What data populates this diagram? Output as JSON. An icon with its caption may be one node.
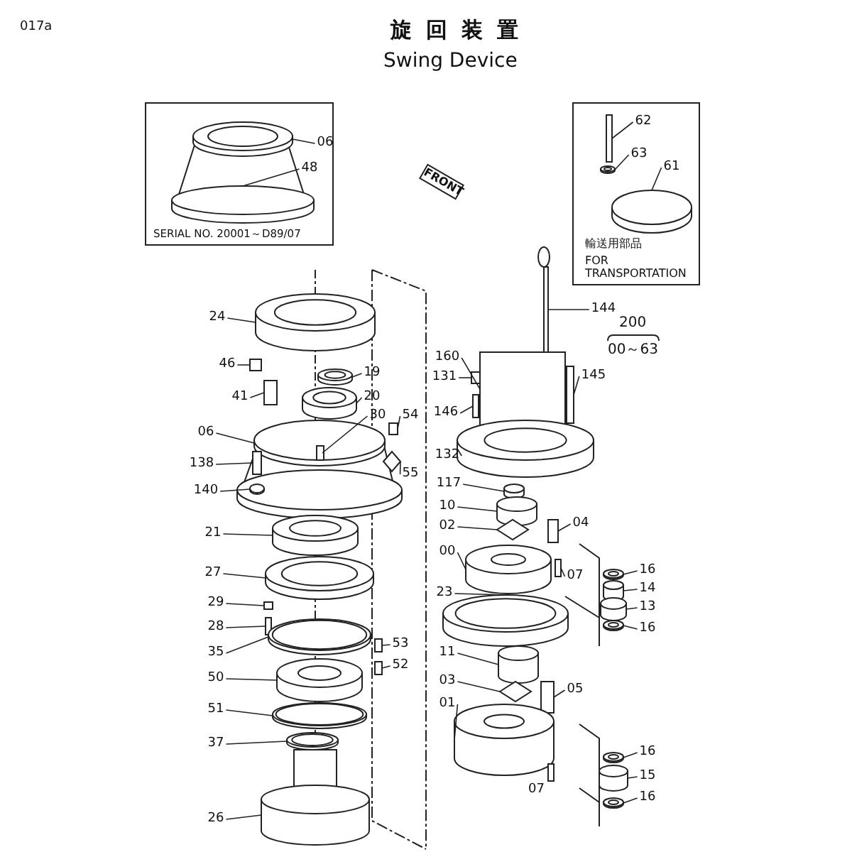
{
  "diagram": {
    "title": "旋回装置",
    "nodes": [
      {
        "text": [
          "SERIAL NO. 20001～D89/07"
        ]
      },
      {
        "text": [
          "06"
        ],
        "in": 0
      },
      {
        "text": [
          "48"
        ],
        "in": 0
      },
      {
        "text": [
          "輸送用部品",
          "FOR TRANSPORTATION"
        ]
      },
      {
        "text": [
          "62"
        ],
        "in": 3
      },
      {
        "text": [
          "63"
        ],
        "in": 3
      },
      {
        "text": [
          "61"
        ],
        "in": 3
      },
      {
        "text": [
          "FRONT"
        ]
      },
      {
        "text": [
          "24"
        ]
      },
      {
        "text": [
          "46"
        ]
      },
      {
        "text": [
          "41"
        ]
      },
      {
        "text": [
          "19"
        ]
      },
      {
        "text": [
          "20"
        ]
      },
      {
        "text": [
          "30"
        ]
      },
      {
        "text": [
          "54"
        ]
      },
      {
        "text": [
          "55"
        ]
      },
      {
        "text": [
          "06"
        ]
      },
      {
        "text": [
          "138"
        ]
      },
      {
        "text": [
          "140"
        ]
      },
      {
        "text": [
          "21"
        ]
      },
      {
        "text": [
          "27"
        ]
      },
      {
        "text": [
          "29"
        ]
      },
      {
        "text": [
          "28"
        ]
      },
      {
        "text": [
          "35"
        ]
      },
      {
        "text": [
          "53"
        ]
      },
      {
        "text": [
          "52"
        ]
      },
      {
        "text": [
          "50"
        ]
      },
      {
        "text": [
          "51"
        ]
      },
      {
        "text": [
          "37"
        ]
      },
      {
        "text": [
          "26"
        ]
      },
      {
        "text": [
          "144"
        ]
      },
      {
        "text": [
          "160"
        ]
      },
      {
        "text": [
          "131"
        ]
      },
      {
        "text": [
          "145"
        ]
      },
      {
        "text": [
          "146"
        ]
      },
      {
        "text": [
          "132"
        ]
      },
      {
        "text": [
          "117"
        ]
      },
      {
        "text": [
          "10"
        ]
      },
      {
        "text": [
          "02"
        ]
      },
      {
        "text": [
          "04"
        ]
      },
      {
        "text": [
          "00"
        ]
      },
      {
        "text": [
          "07"
        ]
      },
      {
        "text": [
          "23"
        ]
      },
      {
        "text": [
          "11"
        ]
      },
      {
        "text": [
          "03"
        ]
      },
      {
        "text": [
          "05"
        ]
      },
      {
        "text": [
          "01"
        ]
      },
      {
        "text": [
          "16"
        ]
      },
      {
        "text": [
          "14"
        ]
      },
      {
        "text": [
          "13"
        ]
      },
      {
        "text": [
          "16"
        ]
      },
      {
        "text": [
          "16"
        ]
      },
      {
        "text": [
          "15"
        ]
      },
      {
        "text": [
          "16"
        ]
      },
      {
        "text": [],
        "shape": "cylinder",
        "in": 0
      },
      {
        "text": [],
        "shape": "cylinder",
        "in": 0
      },
      {
        "text": [],
        "shape": "box",
        "in": 3
      },
      {
        "text": [],
        "shape": "cylinder",
        "in": 3
      },
      {
        "text": [],
        "shape": "cylinder",
        "in": 3
      },
      {
        "text": [],
        "shape": "cylinder"
      },
      {
        "text": [],
        "shape": "box"
      },
      {
        "text": [],
        "shape": "box"
      },
      {
        "text": [],
        "shape": "cylinder"
      },
      {
        "text": [],
        "shape": "cylinder"
      },
      {
        "text": [],
        "shape": "box",
        "in": 67
      },
      {
        "text": [],
        "shape": "box"
      },
      {
        "text": [],
        "shape": "diamond"
      },
      {
        "text": [],
        "shape": "cylinder"
      },
      {
        "text": [],
        "shape": "box"
      },
      {
        "text": [],
        "shape": "cylinder"
      },
      {
        "text": [],
        "shape": "cylinder"
      },
      {
        "text": [],
        "shape": "cylinder"
      },
      {
        "text": [],
        "shape": "box"
      },
      {
        "text": [],
        "shape": "box"
      },
      {
        "text": [],
        "shape": "cylinder"
      },
      {
        "text": [],
        "shape": "box"
      },
      {
        "text": [],
        "shape": "box"
      },
      {
        "text": [],
        "shape": "cylinder"
      },
      {
        "text": [],
        "shape": "cylinder"
      },
      {
        "text": [],
        "shape": "cylinder"
      },
      {
        "text": [],
        "shape": "cylinder"
      },
      {
        "text": [],
        "shape": "box"
      },
      {
        "text": [],
        "shape": "box"
      },
      {
        "text": [],
        "shape": "box"
      },
      {
        "text": [],
        "shape": "box"
      },
      {
        "text": [],
        "shape": "box"
      },
      {
        "text": [],
        "shape": "cylinder"
      },
      {
        "text": [],
        "shape": "cylinder"
      },
      {
        "text": [],
        "shape": "cylinder"
      },
      {
        "text": [],
        "shape": "diamond"
      },
      {
        "text": [],
        "shape": "box"
      },
      {
        "text": [],
        "shape": "cylinder"
      },
      {
        "text": [],
        "shape": "box"
      },
      {
        "text": [],
        "shape": "cylinder"
      },
      {
        "text": [],
        "shape": "cylinder"
      },
      {
        "text": [],
        "shape": "diamond"
      },
      {
        "text": [],
        "shape": "box"
      },
      {
        "text": [],
        "shape": "cylinder"
      },
      {
        "text": [],
        "shape": "cylinder"
      },
      {
        "text": [],
        "shape": "cylinder"
      },
      {
        "text": [],
        "shape": "cylinder"
      },
      {
        "text": [],
        "shape": "cylinder"
      },
      {
        "text": [],
        "shape": "cylinder"
      },
      {
        "text": [],
        "shape": "cylinder"
      },
      {
        "text": [],
        "shape": "cylinder"
      },
      {
        "text": [],
        "shape": "box",
        "beside": [
          "07"
        ]
      }
    ],
    "edges": [
      {
        "from": 1,
        "to": 54,
        "arrow": "none"
      },
      {
        "from": 2,
        "to": 55,
        "arrow": "none"
      },
      {
        "from": 4,
        "to": 56,
        "arrow": "none"
      },
      {
        "from": 5,
        "to": 57,
        "arrow": "none"
      },
      {
        "from": 6,
        "to": 58,
        "arrow": "none"
      },
      {
        "from": 8,
        "to": 59,
        "arrow": "none"
      },
      {
        "from": 9,
        "to": 60,
        "arrow": "none"
      },
      {
        "from": 10,
        "to": 61,
        "arrow": "none"
      },
      {
        "from": 11,
        "to": 62,
        "arrow": "none"
      },
      {
        "from": 12,
        "to": 63,
        "arrow": "none"
      },
      {
        "from": 13,
        "to": 64,
        "arrow": "none"
      },
      {
        "from": 14,
        "to": 65,
        "arrow": "none"
      },
      {
        "from": 15,
        "to": 66,
        "arrow": "none"
      },
      {
        "from": 16,
        "to": 67,
        "arrow": "none"
      },
      {
        "from": 17,
        "to": 68,
        "arrow": "none"
      },
      {
        "from": 18,
        "to": 69,
        "arrow": "none"
      },
      {
        "from": 19,
        "to": 70,
        "arrow": "none"
      },
      {
        "from": 20,
        "to": 71,
        "arrow": "none"
      },
      {
        "from": 21,
        "to": 72,
        "arrow": "none"
      },
      {
        "from": 22,
        "to": 73,
        "arrow": "none"
      },
      {
        "from": 23,
        "to": 74,
        "arrow": "none"
      },
      {
        "from": 24,
        "to": 75,
        "arrow": "none"
      },
      {
        "from": 25,
        "to": 76,
        "arrow": "none"
      },
      {
        "from": 26,
        "to": 77,
        "arrow": "none"
      },
      {
        "from": 27,
        "to": 78,
        "arrow": "none"
      },
      {
        "from": 28,
        "to": 79,
        "arrow": "none"
      },
      {
        "from": 29,
        "to": 80,
        "arrow": "none"
      },
      {
        "from": 30,
        "to": 81,
        "arrow": "none"
      },
      {
        "from": 31,
        "to": 82,
        "arrow": "none"
      },
      {
        "from": 32,
        "to": 83,
        "arrow": "none"
      },
      {
        "from": 33,
        "to": 84,
        "arrow": "none"
      },
      {
        "from": 34,
        "to": 85,
        "arrow": "none"
      },
      {
        "from": 35,
        "to": 86,
        "arrow": "none"
      },
      {
        "from": 36,
        "to": 87,
        "arrow": "none"
      },
      {
        "from": 37,
        "to": 88,
        "arrow": "none"
      },
      {
        "from": 38,
        "to": 89,
        "arrow": "none"
      },
      {
        "from": 39,
        "to": 90,
        "arrow": "none"
      },
      {
        "from": 40,
        "to": 91,
        "arrow": "none"
      },
      {
        "from": 41,
        "to": 92,
        "arrow": "none"
      },
      {
        "from": 42,
        "to": 93,
        "arrow": "none"
      },
      {
        "from": 43,
        "to": 94,
        "arrow": "none"
      },
      {
        "from": 44,
        "to": 95,
        "arrow": "none"
      },
      {
        "from": 45,
        "to": 96,
        "arrow": "none"
      },
      {
        "from": 46,
        "to": 97,
        "arrow": "none"
      },
      {
        "from": 47,
        "to": 98,
        "arrow": "none"
      },
      {
        "from": 48,
        "to": 99,
        "arrow": "none"
      },
      {
        "from": 49,
        "to": 100,
        "arrow": "none"
      },
      {
        "from": 50,
        "to": 101,
        "arrow": "none"
      },
      {
        "from": 51,
        "to": 102,
        "arrow": "none"
      },
      {
        "from": 52,
        "to": 103,
        "arrow": "none"
      },
      {
        "from": 53,
        "to": 104,
        "arrow": "none"
      }
    ],
    "labels": [
      "017a",
      "Swing Device",
      "200",
      "00～63"
    ]
  }
}
